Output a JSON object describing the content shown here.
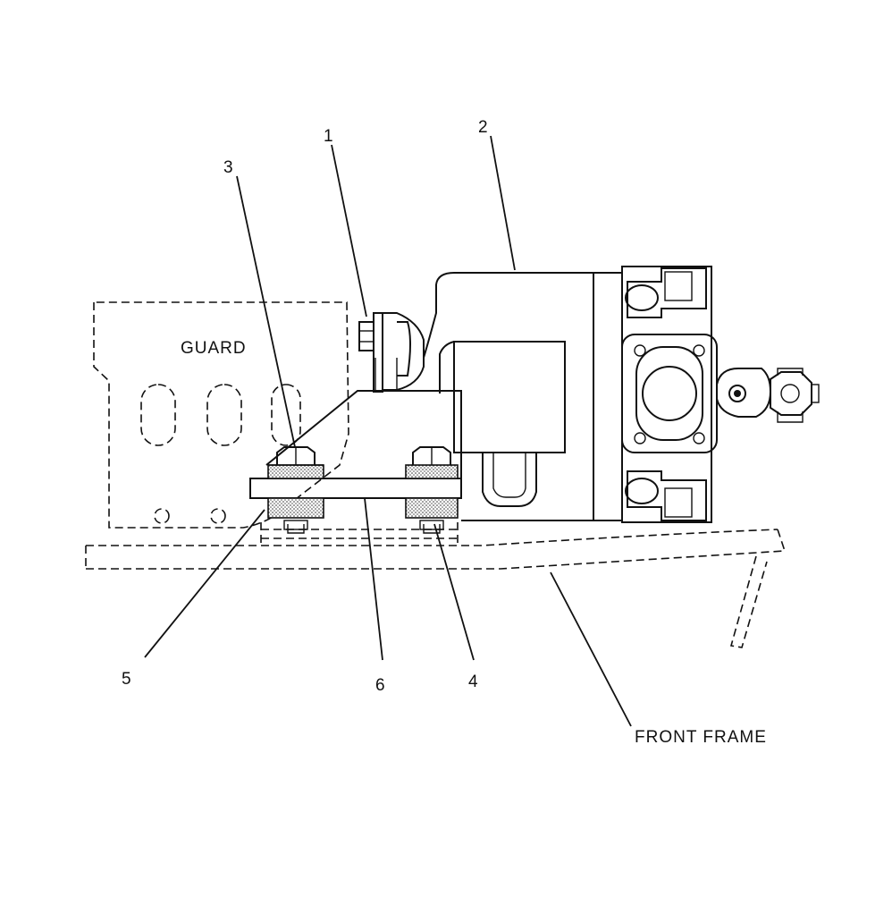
{
  "diagram": {
    "callouts": [
      "1",
      "2",
      "3",
      "4",
      "5",
      "6"
    ],
    "labels": {
      "guard": "GUARD",
      "front_frame": "FRONT FRAME"
    }
  }
}
